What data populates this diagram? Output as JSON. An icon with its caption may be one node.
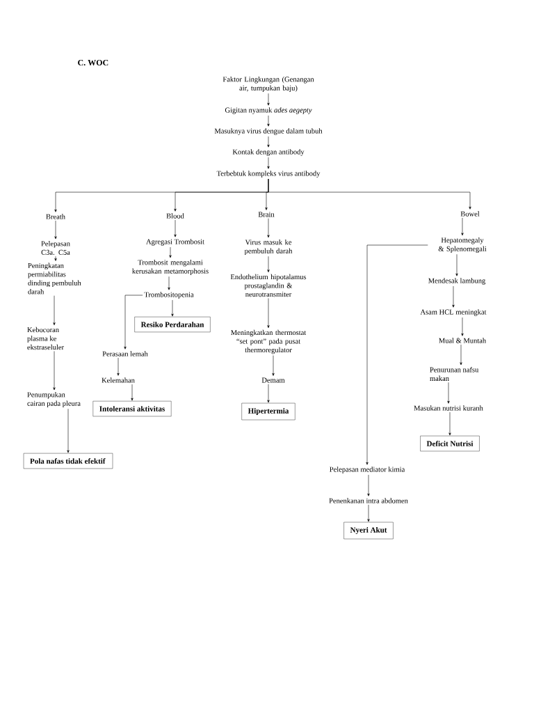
{
  "diagram": {
    "title": "C. WOC",
    "nodes": [
      {
        "text": [
          "Faktor Lingkungan (Genangan air, tumpukan baju)"
        ]
      },
      {
        "text": [
          "Gigitan nyamuk *ades aegepty*"
        ]
      },
      {
        "text": [
          "Masuknya virus dengue dalam tubuh"
        ]
      },
      {
        "text": [
          "Kontak dengan antibody"
        ]
      },
      {
        "text": [
          "Terbebtuk kompleks virus antibody"
        ]
      },
      {
        "text": [
          "Breath"
        ]
      },
      {
        "text": [
          "Blood"
        ]
      },
      {
        "text": [
          "Brain"
        ]
      },
      {
        "text": [
          "Bowel"
        ]
      },
      {
        "text": [
          "Pelepasan C3a. C5a"
        ]
      },
      {
        "text": [
          "Peningkatan permiabilitas dinding pembuluh darah"
        ]
      },
      {
        "text": [
          "Kebocoran plasma ke ekstraseluler"
        ]
      },
      {
        "text": [
          "Penumpukan cairan pada pleura"
        ]
      },
      {
        "text": [
          "Pola nafas tidak efektif"
        ]
      },
      {
        "text": [
          "Agregasi Trombosit"
        ]
      },
      {
        "text": [
          "Trombosit mengalami kerusakan metamorphosis"
        ]
      },
      {
        "text": [
          "Trombositopenia"
        ]
      },
      {
        "text": [
          "Resiko Perdarahan"
        ]
      },
      {
        "text": [
          "Perasaan lemah"
        ]
      },
      {
        "text": [
          "Kelemahan"
        ]
      },
      {
        "text": [
          "Intoleransi aktivitas"
        ]
      },
      {
        "text": [
          "Virus masuk ke pembuluh darah"
        ]
      },
      {
        "text": [
          "Endothelium hipotalamus prostaglandin & neurotransmiter"
        ]
      },
      {
        "text": [
          "Meningkatkan thermostat “set pont” pada pusat thermoregulator"
        ]
      },
      {
        "text": [
          "Demam"
        ]
      },
      {
        "text": [
          "Hipertermia"
        ]
      },
      {
        "text": [
          "Hepatomegaly & Splenomegali"
        ]
      },
      {
        "text": [
          "Mendesak lambung"
        ]
      },
      {
        "text": [
          "Asam HCL meningkat"
        ]
      },
      {
        "text": [
          "Mual & Muntah"
        ]
      },
      {
        "text": [
          "Penurunan nafsu makan"
        ]
      },
      {
        "text": [
          "Masukan nutrisi kuranh"
        ]
      },
      {
        "text": [
          "Deficit Nutrisi"
        ]
      },
      {
        "text": [
          "Pelepasan mediator kimia"
        ]
      },
      {
        "text": [
          "Penenkanan intra abdomen"
        ]
      },
      {
        "text": [
          "Nyeri Akut"
        ]
      }
    ],
    "edges": [
      {
        "from": 0,
        "to": 1,
        "arrow": "to"
      },
      {
        "from": 1,
        "to": 2,
        "arrow": "to"
      },
      {
        "from": 2,
        "to": 3,
        "arrow": "to"
      },
      {
        "from": 3,
        "to": 4,
        "arrow": "to"
      },
      {
        "from": 4,
        "to": 5,
        "arrow": "to"
      },
      {
        "from": 4,
        "to": 6,
        "arrow": "to"
      },
      {
        "from": 4,
        "to": 7,
        "arrow": "to"
      },
      {
        "from": 4,
        "to": 8,
        "arrow": "to"
      },
      {
        "from": 5,
        "to": 9,
        "arrow": "to"
      },
      {
        "from": 9,
        "to": 10,
        "arrow": "to"
      },
      {
        "from": 10,
        "to": 11,
        "arrow": "to"
      },
      {
        "from": 11,
        "to": 12,
        "arrow": "to"
      },
      {
        "from": 12,
        "to": 13,
        "arrow": "to"
      },
      {
        "from": 6,
        "to": 14,
        "arrow": "to"
      },
      {
        "from": 14,
        "to": 15,
        "arrow": "to"
      },
      {
        "from": 15,
        "to": 16,
        "arrow": "to"
      },
      {
        "from": 16,
        "to": 17,
        "arrow": "to"
      },
      {
        "from": 16,
        "to": 18,
        "arrow": "to"
      },
      {
        "from": 18,
        "to": 19,
        "arrow": "to"
      },
      {
        "from": 19,
        "to": 20,
        "arrow": "to"
      },
      {
        "from": 7,
        "to": 21,
        "arrow": "to"
      },
      {
        "from": 21,
        "to": 22,
        "arrow": "to"
      },
      {
        "from": 22,
        "to": 23,
        "arrow": "to"
      },
      {
        "from": 23,
        "to": 24,
        "arrow": "to"
      },
      {
        "from": 24,
        "to": 25,
        "arrow": "to"
      },
      {
        "from": 8,
        "to": 26,
        "arrow": "to"
      },
      {
        "from": 26,
        "to": 27,
        "arrow": "to"
      },
      {
        "from": 27,
        "to": 28,
        "arrow": "to"
      },
      {
        "from": 28,
        "to": 29,
        "arrow": "to"
      },
      {
        "from": 29,
        "to": 30,
        "arrow": "to"
      },
      {
        "from": 30,
        "to": 31,
        "arrow": "to"
      },
      {
        "from": 31,
        "to": 32,
        "arrow": "to"
      },
      {
        "from": 26,
        "to": 33,
        "arrow": "to"
      },
      {
        "from": 33,
        "to": 34,
        "arrow": "to"
      },
      {
        "from": 34,
        "to": 35,
        "arrow": "to"
      }
    ]
  }
}
